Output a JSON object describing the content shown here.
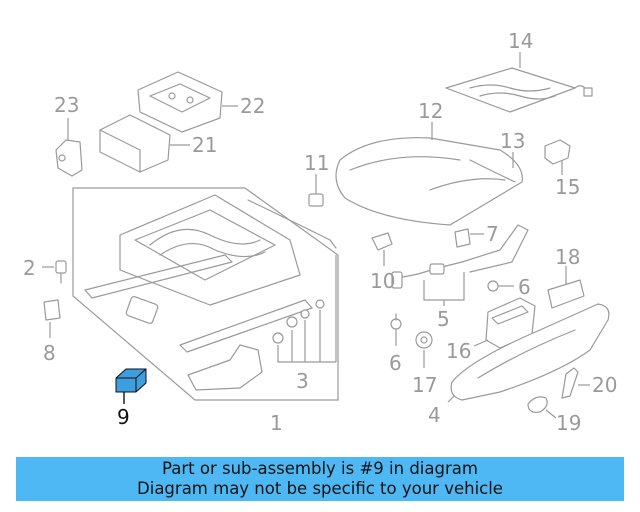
{
  "callouts": {
    "n1": "1",
    "n2": "2",
    "n3": "3",
    "n4": "4",
    "n5": "5",
    "n6a": "6",
    "n6b": "6",
    "n7": "7",
    "n8": "8",
    "n9": "9",
    "n10": "10",
    "n11": "11",
    "n12": "12",
    "n13": "13",
    "n14": "14",
    "n15": "15",
    "n16": "16",
    "n17": "17",
    "n18": "18",
    "n19": "19",
    "n20": "20",
    "n21": "21",
    "n22": "22",
    "n23": "23"
  },
  "highlight": {
    "part": "9",
    "color": "#3f9ee0"
  },
  "banner": {
    "line1": "Part or sub-assembly is #9 in diagram",
    "line2": "Diagram may not be specific to your vehicle",
    "color": "#4db8f4"
  }
}
